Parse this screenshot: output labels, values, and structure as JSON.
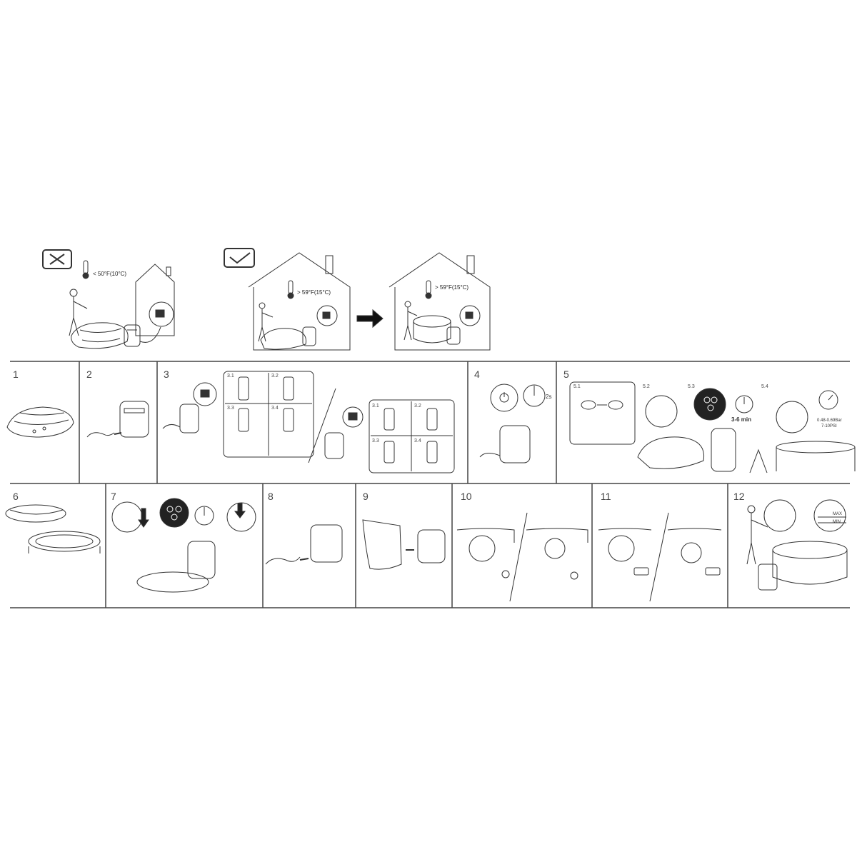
{
  "intro": {
    "bad_temp": "< 50°F(10°C)",
    "good_temp_1": "> 59°F(15°C)",
    "good_temp_2": "> 59°F(15°C)",
    "cross_icon": "cross-icon",
    "check_icon": "check-icon"
  },
  "steps": {
    "s1": "1",
    "s2": "2",
    "s3": "3",
    "s4": "4",
    "s5": "5",
    "s6": "6",
    "s7": "7",
    "s8": "8",
    "s9": "9",
    "s10": "10",
    "s11": "11",
    "s12": "12"
  },
  "step3": {
    "a1": "3.1",
    "a2": "3.2",
    "a3": "3.3",
    "a4": "3.4",
    "b1": "3.1",
    "b2": "3.2",
    "b3": "3.3",
    "b4": "3.4"
  },
  "step4": {
    "hold": "2s"
  },
  "step5": {
    "sub1": "5.1",
    "sub2": "5.2",
    "sub3": "5.3",
    "sub4": "5.4",
    "duration": "3-6 min",
    "pressure_1": "0.48-0.69Bar",
    "pressure_2": "7-10PSI"
  },
  "step12": {
    "max": "MAX",
    "min": "MIN"
  }
}
